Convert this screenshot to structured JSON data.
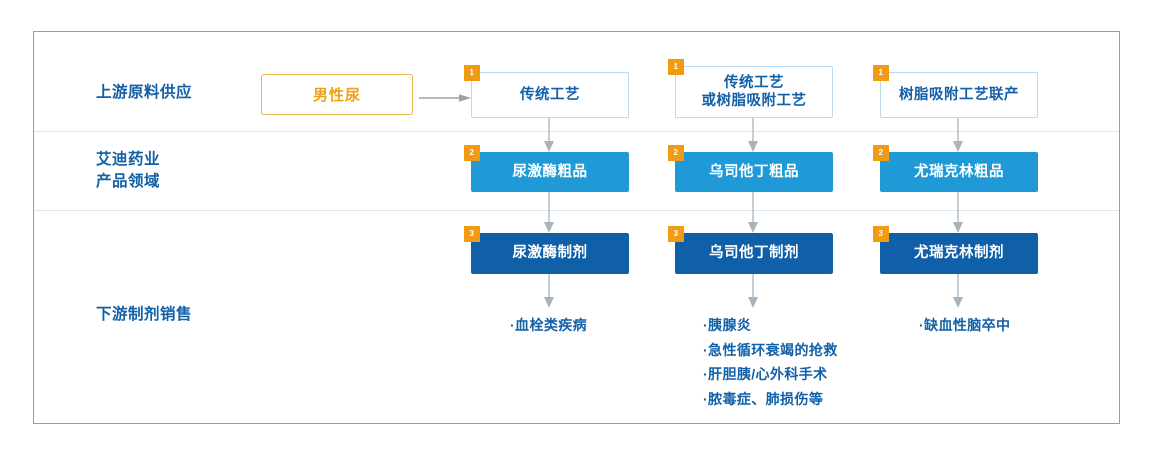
{
  "colors": {
    "frame_border": "#6ca9d8",
    "divider": "#dfe7ee",
    "label_blue": "#1160a8",
    "source_border": "#e9b94e",
    "source_text": "#f2a114",
    "tier1_border": "#bcd9ef",
    "tier1_text": "#1160a8",
    "tier2_fill": "#1f9ad6",
    "tier3_fill": "#105fa9",
    "badge_fill": "#f29b12",
    "arrow_gray": "#9aa3a8",
    "arrow_blue_gray": "#a8b4bd"
  },
  "stages": [
    {
      "label": "上游原料供应"
    },
    {
      "label": "艾迪药业\n产品领域"
    },
    {
      "label": "下游制剂销售"
    }
  ],
  "source": {
    "label": "男性尿"
  },
  "arrows": {
    "source_to_process": "horizontal-arrow-right",
    "tier1_to_tier2": "vertical-arrow-down",
    "tier2_to_tier3": "vertical-arrow-down",
    "tier3_to_indications": "vertical-arrow-down"
  },
  "columns": [
    {
      "tier1": {
        "badge": "1",
        "label": "传统工艺"
      },
      "tier2": {
        "badge": "2",
        "label": "尿激酶粗品"
      },
      "tier3": {
        "badge": "3",
        "label": "尿激酶制剂"
      },
      "indications": [
        "·血栓类疾病"
      ]
    },
    {
      "tier1": {
        "badge": "1",
        "label": "传统工艺\n或树脂吸附工艺"
      },
      "tier2": {
        "badge": "2",
        "label": "乌司他丁粗品"
      },
      "tier3": {
        "badge": "3",
        "label": "乌司他丁制剂"
      },
      "indications": [
        "·胰腺炎",
        "·急性循环衰竭的抢救",
        "·肝胆胰/心外科手术",
        "·脓毒症、肺损伤等"
      ]
    },
    {
      "tier1": {
        "badge": "1",
        "label": "树脂吸附工艺联产"
      },
      "tier2": {
        "badge": "2",
        "label": "尤瑞克林粗品"
      },
      "tier3": {
        "badge": "3",
        "label": "尤瑞克林制剂"
      },
      "indications": [
        "·缺血性脑卒中"
      ]
    }
  ]
}
